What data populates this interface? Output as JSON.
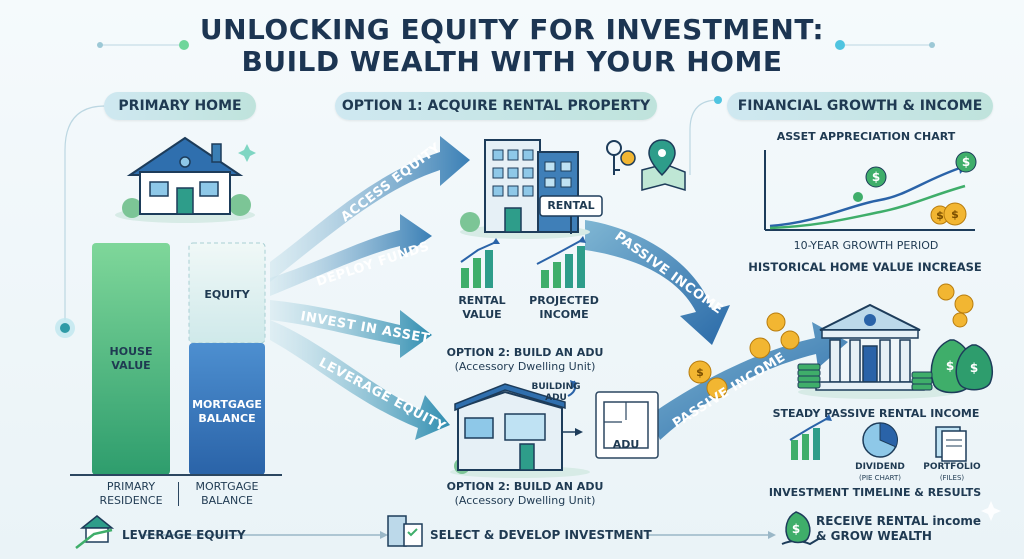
{
  "title": {
    "line1": "UNLOCKING EQUITY FOR INVESTMENT:",
    "line2": "BUILD WEALTH WITH YOUR HOME"
  },
  "sections": {
    "primary_home": "PRIMARY HOME",
    "option1": "OPTION 1: ACQUIRE RENTAL PROPERTY",
    "financial_growth": "FINANCIAL GROWTH & INCOME"
  },
  "home_bars": {
    "house_value": "HOUSE VALUE",
    "equity": "EQUITY",
    "mortgage_balance": "MORTGAGE BALANCE",
    "primary_residence": "PRIMARY RESIDENCE",
    "mortgage_balance_bottom": "MORTGAGE BALANCE"
  },
  "arrows": {
    "access_equity": "ACCESS EQUITY",
    "deploy_funds": "DEPLOY FUNDS",
    "invest_in_asset": "INVEST IN ASSET",
    "leverage_equity": "LEVERAGE EQUITY",
    "passive_income_1": "PASSIVE INCOME",
    "passive_income_2": "PASSIVE INCOME"
  },
  "rental": {
    "sign": "RENTAL",
    "rental_value": "RENTAL VALUE",
    "projected_income": "PROJECTED INCOME"
  },
  "adu": {
    "option2_title_a": "OPTION 2: BUILD AN ADU",
    "option2_sub_a": "(Accessory Dwelling Unit)",
    "building_adu": "BUILDING ADU",
    "adu_label": "ADU",
    "option2_title_b": "OPTION 2: BUILD AN ADU",
    "option2_sub_b": "(Accessory Dwelling Unit)"
  },
  "growth": {
    "chart_title": "ASSET APPRECIATION CHART",
    "period": "10-YEAR GROWTH PERIOD",
    "historical": "HISTORICAL HOME VALUE INCREASE",
    "steady_income": "STEADY PASSIVE RENTAL INCOME",
    "dividend": "DIVIDEND",
    "dividend_sub": "(PIE CHART)",
    "portfolio": "PORTFOLIO",
    "portfolio_sub": "(FILES)",
    "timeline": "INVESTMENT TIMELINE & RESULTS"
  },
  "footer": {
    "step1": "LEVERAGE EQUITY",
    "step2": "SELECT & DEVELOP INVESTMENT",
    "step3_line1": "RECEIVE RENTAL income",
    "step3_line2": "& GROW WEALTH"
  },
  "colors": {
    "navy": "#1c3552",
    "teal": "#2f9aa6",
    "green": "#3fae6a",
    "blue": "#2f6fae",
    "gold": "#f2b632"
  }
}
